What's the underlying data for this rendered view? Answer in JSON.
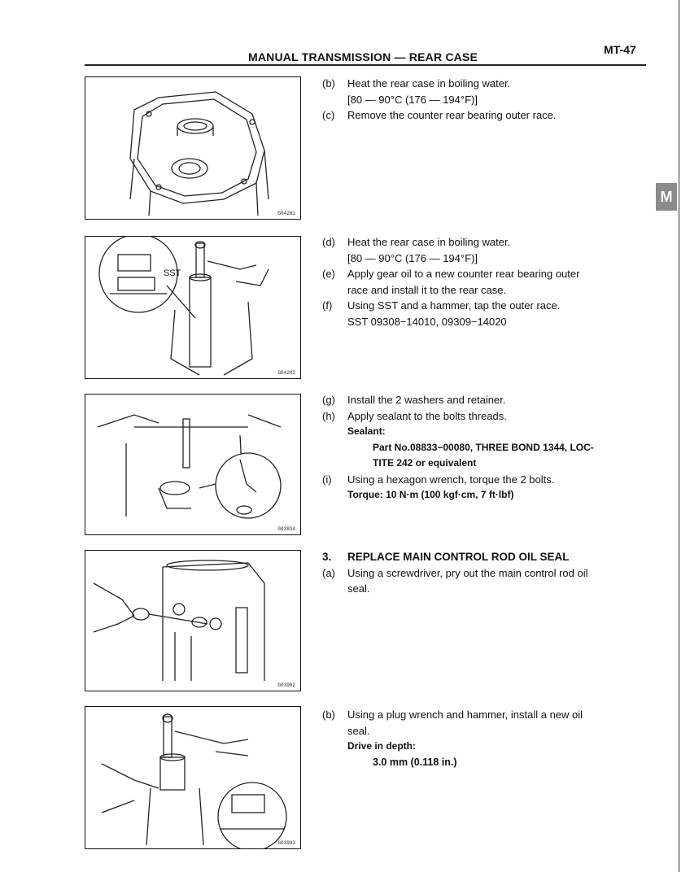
{
  "header": {
    "title": "MANUAL TRANSMISSION — REAR CASE",
    "page_number": "MT-47"
  },
  "side_tab": {
    "letter": "M"
  },
  "figures": [
    {
      "code": "G04281"
    },
    {
      "code": "G04282",
      "callout": "SST"
    },
    {
      "code": "G03834"
    },
    {
      "code": "G03992"
    },
    {
      "code": "G03993"
    }
  ],
  "section1": {
    "b": {
      "label": "(b)",
      "text": "Heat the rear case in boiling water.",
      "temp": "[80 — 90°C (176 — 194°F)]"
    },
    "c": {
      "label": "(c)",
      "text": "Remove the counter rear bearing outer race."
    }
  },
  "section2": {
    "d": {
      "label": "(d)",
      "text": "Heat the rear case in boiling water.",
      "temp": "[80 — 90°C (176 — 194°F)]"
    },
    "e": {
      "label": "(e)",
      "line1": "Apply gear oil to a new counter rear bearing outer",
      "line2": "race and install it to the rear case."
    },
    "f": {
      "label": "(f)",
      "text": "Using SST and a hammer, tap the outer race.",
      "sst": "SST 09308−14010, 09309−14020"
    }
  },
  "section3": {
    "g": {
      "label": "(g)",
      "text": "Install the 2 washers and retainer."
    },
    "h": {
      "label": "(h)",
      "text": "Apply sealant to the bolts threads.",
      "sealant_label": "Sealant:",
      "sealant_line1": "Part No.08833−00080, THREE BOND 1344, LOC-",
      "sealant_line2": "TITE 242 or equivalent"
    },
    "i": {
      "label": "(i)",
      "text": "Using a hexagon wrench, torque the 2 bolts.",
      "torque": "Torque: 10 N·m (100 kgf·cm, 7 ft·lbf)"
    }
  },
  "section4": {
    "step": {
      "label": "3.",
      "title": "REPLACE MAIN CONTROL ROD OIL SEAL"
    },
    "a": {
      "label": "(a)",
      "line1": "Using a screwdriver, pry out the main control rod oil",
      "line2": "seal."
    }
  },
  "section5": {
    "b": {
      "label": "(b)",
      "line1": "Using a plug wrench and hammer, install a new oil",
      "line2": "seal.",
      "depth_label": "Drive in depth:",
      "depth_value": "3.0 mm (0.118 in.)"
    }
  }
}
